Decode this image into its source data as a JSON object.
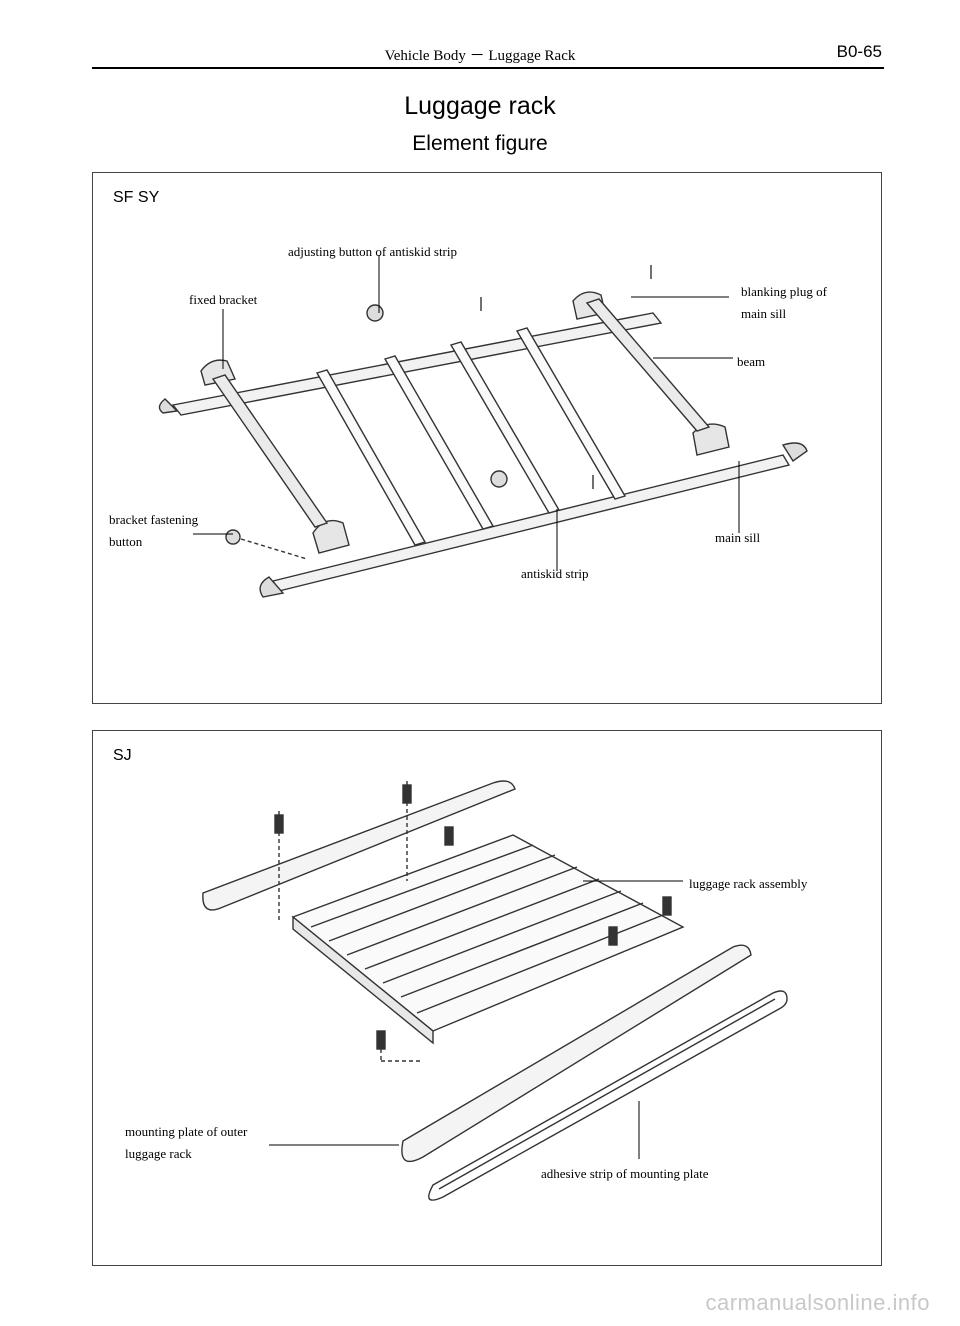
{
  "header": {
    "section": "Vehicle Body － Luggage Rack",
    "page_number": "B0-65"
  },
  "title": "Luggage rack",
  "subtitle": "Element figure",
  "figure1": {
    "model": "SF SY",
    "labels": {
      "adjusting_button": "adjusting button of antiskid strip",
      "fixed_bracket": "fixed bracket",
      "blanking_plug_1": "blanking plug of",
      "blanking_plug_2": "main sill",
      "beam": "beam",
      "bracket_fastening_1": "bracket fastening",
      "bracket_fastening_2": "button",
      "main_sill": "main sill",
      "antiskid_strip": "antiskid strip"
    }
  },
  "figure2": {
    "model": "SJ",
    "labels": {
      "assembly": "luggage rack assembly",
      "mounting_plate_1": "mounting plate of outer",
      "mounting_plate_2": "luggage rack",
      "adhesive_strip": "adhesive strip of mounting plate"
    }
  },
  "watermark": "carmanualsonline.info"
}
